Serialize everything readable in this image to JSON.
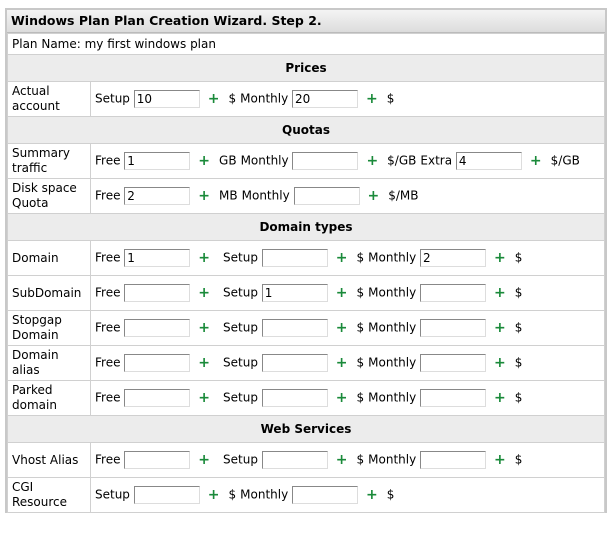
{
  "title": "Windows Plan Plan Creation Wizard. Step 2.",
  "plan_name": "Plan Name: my first windows plan",
  "sections": [
    {
      "header": "Prices",
      "rows": [
        {
          "label": "Actual account",
          "fields": [
            {
              "prefix": "Setup",
              "value": "10",
              "suffix": "$"
            },
            {
              "prefix": "Monthly",
              "value": "20",
              "suffix": "$"
            }
          ]
        }
      ]
    },
    {
      "header": "Quotas",
      "rows": [
        {
          "label": "Summary traffic",
          "fields": [
            {
              "prefix": "Free",
              "value": "1",
              "suffix": "GB"
            },
            {
              "prefix": "Monthly",
              "value": "",
              "suffix": "$/GB"
            },
            {
              "prefix": "Extra",
              "value": "4",
              "suffix": "$/GB"
            }
          ]
        },
        {
          "label": "Disk space Quota",
          "fields": [
            {
              "prefix": "Free",
              "value": "2",
              "suffix": "MB"
            },
            {
              "prefix": "Monthly",
              "value": "",
              "suffix": "$/MB"
            }
          ]
        }
      ]
    },
    {
      "header": "Domain types",
      "rows": [
        {
          "label": "Domain",
          "fields": [
            {
              "prefix": "Free",
              "value": "1",
              "suffix": ""
            },
            {
              "prefix": "Setup",
              "value": "",
              "suffix": "$"
            },
            {
              "prefix": "Monthly",
              "value": "2",
              "suffix": "$"
            }
          ]
        },
        {
          "label": "SubDomain",
          "fields": [
            {
              "prefix": "Free",
              "value": "",
              "suffix": ""
            },
            {
              "prefix": "Setup",
              "value": "1",
              "suffix": "$"
            },
            {
              "prefix": "Monthly",
              "value": "",
              "suffix": "$"
            }
          ]
        },
        {
          "label": "Stopgap Domain",
          "fields": [
            {
              "prefix": "Free",
              "value": "",
              "suffix": ""
            },
            {
              "prefix": "Setup",
              "value": "",
              "suffix": "$"
            },
            {
              "prefix": "Monthly",
              "value": "",
              "suffix": "$"
            }
          ]
        },
        {
          "label": "Domain alias",
          "fields": [
            {
              "prefix": "Free",
              "value": "",
              "suffix": ""
            },
            {
              "prefix": "Setup",
              "value": "",
              "suffix": "$"
            },
            {
              "prefix": "Monthly",
              "value": "",
              "suffix": "$"
            }
          ]
        },
        {
          "label": "Parked domain",
          "fields": [
            {
              "prefix": "Free",
              "value": "",
              "suffix": ""
            },
            {
              "prefix": "Setup",
              "value": "",
              "suffix": "$"
            },
            {
              "prefix": "Monthly",
              "value": "",
              "suffix": "$"
            }
          ]
        }
      ]
    },
    {
      "header": "Web Services",
      "rows": [
        {
          "label": "Vhost Alias",
          "fields": [
            {
              "prefix": "Free",
              "value": "",
              "suffix": ""
            },
            {
              "prefix": "Setup",
              "value": "",
              "suffix": "$"
            },
            {
              "prefix": "Monthly",
              "value": "",
              "suffix": "$"
            }
          ]
        },
        {
          "label": "CGI Resource",
          "fields": [
            {
              "prefix": "Setup",
              "value": "",
              "suffix": "$"
            },
            {
              "prefix": "Monthly",
              "value": "",
              "suffix": "$"
            }
          ]
        }
      ]
    }
  ]
}
